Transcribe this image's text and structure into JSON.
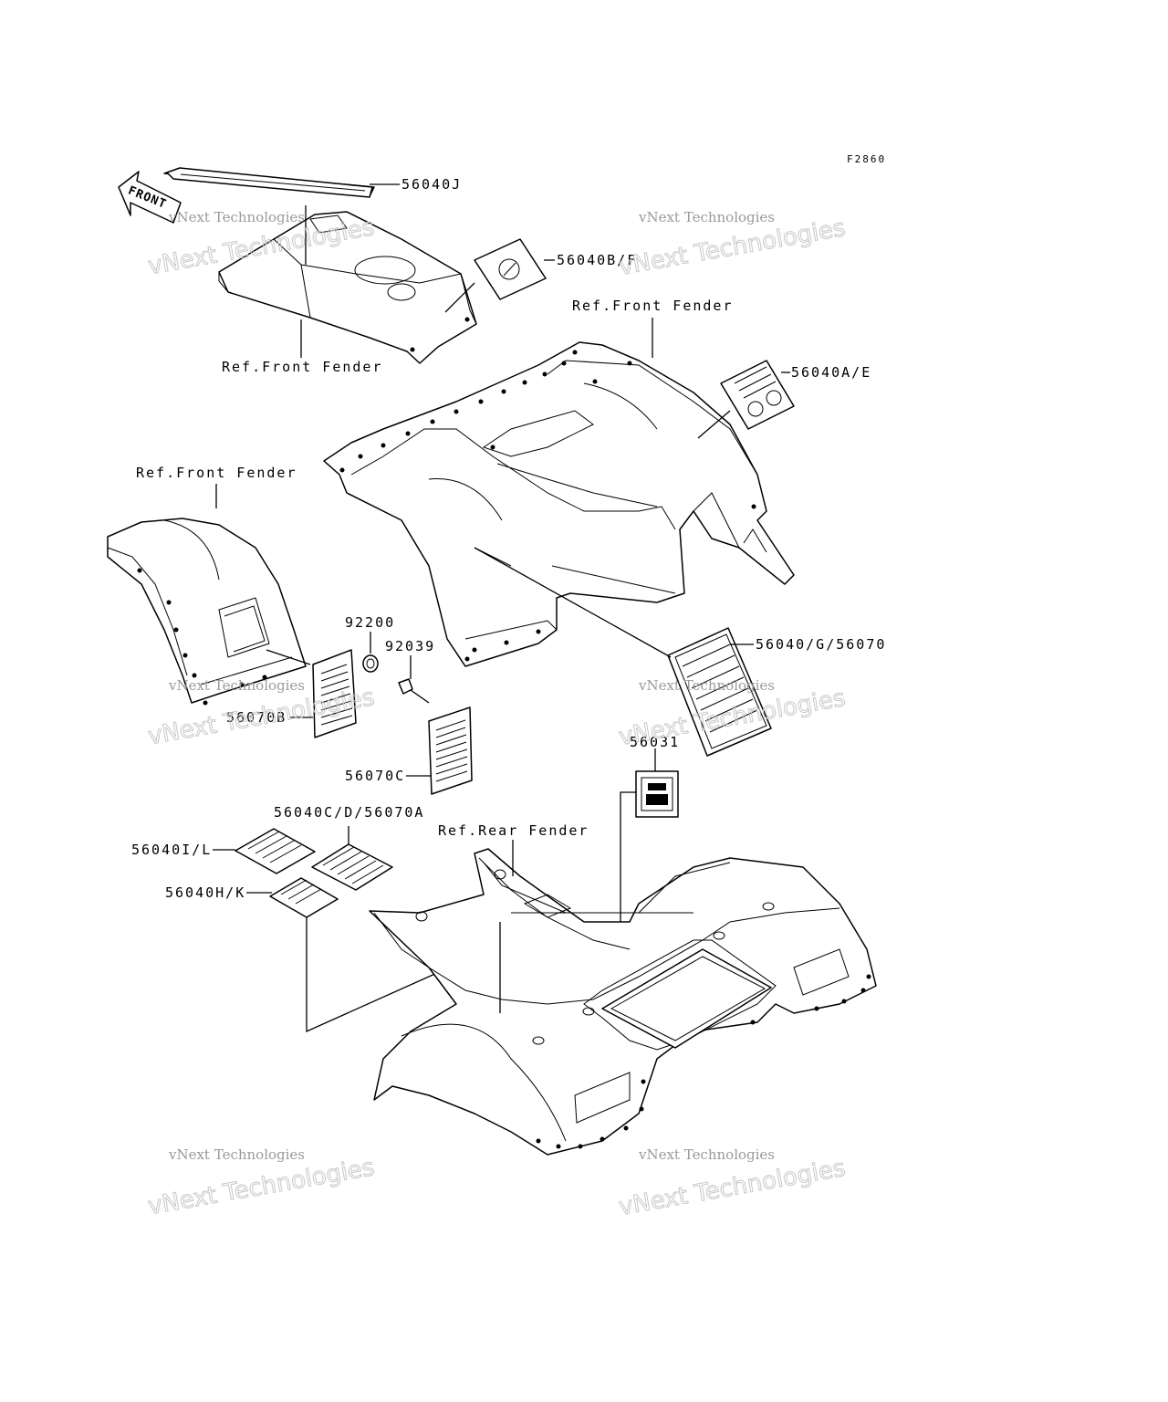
{
  "diagram": {
    "code": "F2860",
    "front_arrow_text": "FRONT",
    "labels": {
      "p56040J": "56040J",
      "p56040BF": "56040B/F",
      "ref_front_fender_top": "Ref.Front Fender",
      "ref_front_fender_upper": "Ref.Front Fender",
      "p56040AE": "56040A/E",
      "ref_front_fender_left": "Ref.Front Fender",
      "p92200": "92200",
      "p92039": "92039",
      "p56040G56070": "56040/G/56070",
      "p56070B": "56070B",
      "p56070C": "56070C",
      "p56031": "56031",
      "p56040CD56070A": "56040C/D/56070A",
      "ref_rear_fender": "Ref.Rear Fender",
      "p56040IL": "56040I/L",
      "p56040HK": "56040H/K"
    },
    "watermark": {
      "line1": "vNext Technologies",
      "line2": "vNext Technologies"
    }
  }
}
